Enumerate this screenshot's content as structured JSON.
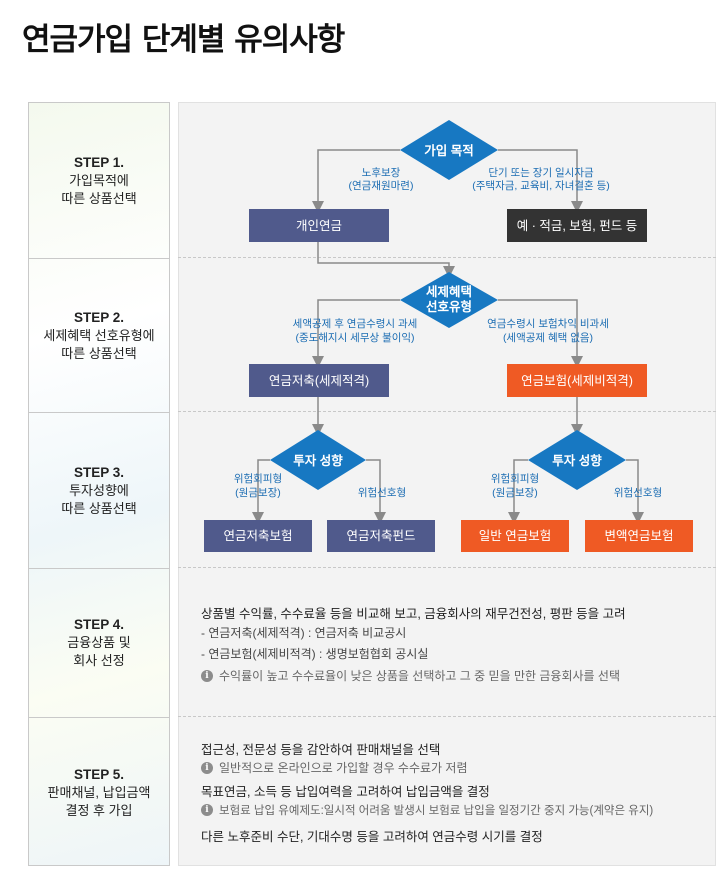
{
  "title": "연금가입 단계별 유의사항",
  "steps": [
    {
      "title": "STEP 1.",
      "line1": "가입목적에",
      "line2": "따른 상품선택"
    },
    {
      "title": "STEP 2.",
      "line1": "세제혜택 선호유형에",
      "line2": "따른 상품선택"
    },
    {
      "title": "STEP 3.",
      "line1": "투자성향에",
      "line2": "따른 상품선택"
    },
    {
      "title": "STEP 4.",
      "line1": "금융상품 및",
      "line2": "회사 선정"
    },
    {
      "title": "STEP 5.",
      "line1": "판매채널, 납입금액",
      "line2": "결정 후 가입"
    }
  ],
  "step1": {
    "diamond": "가입 목적",
    "left_label1": "노후보장",
    "left_label2": "(연금재원마련)",
    "right_label1": "단기 또는 장기 일시자금",
    "right_label2": "(주택자금, 교육비, 자녀결혼 등)",
    "left_box": "개인연금",
    "right_box": "예 · 적금, 보험, 펀드 등"
  },
  "step2": {
    "diamond1": "세제혜택",
    "diamond2": "선호유형",
    "left_label1": "세액공제 후 연금수령시 과세",
    "left_label2": "(중도해지시 세무상 불이익)",
    "right_label1": "연금수령시 보험차익 비과세",
    "right_label2": "(세액공제 혜택 없음)",
    "left_box": "연금저축(세제적격)",
    "right_box": "연금보험(세제비적격)"
  },
  "step3": {
    "left_diamond": "투자 성향",
    "right_diamond": "투자 성향",
    "ll_label1": "위험회피형",
    "ll_label2": "(원금보장)",
    "lr_label": "위험선호형",
    "rl_label1": "위험회피형",
    "rl_label2": "(원금보장)",
    "rr_label": "위험선호형",
    "box1": "연금저축보험",
    "box2": "연금저축펀드",
    "box3": "일반 연금보험",
    "box4": "변액연금보험"
  },
  "step4": {
    "main": "상품별 수익률, 수수료율 등을 비교해 보고, 금융회사의 재무건전성, 평판 등을 고려",
    "sub1": "- 연금저축(세제적격) : 연금저축 비교공시",
    "sub2": "- 연금보험(세제비적격) : 생명보험협회 공시실",
    "note": "수익률이 높고 수수료율이 낮은 상품을 선택하고 그 중 믿을 만한 금융회사를 선택"
  },
  "step5": {
    "main1": "접근성, 전문성 등을 감안하여 판매채널을 선택",
    "note1": "일반적으로 온라인으로 가입할 경우 수수료가 저렴",
    "main2": "목표연금, 소득 등 납입여력을 고려하여 납입금액을 결정",
    "note2": "보험료 납입 유예제도:일시적 어려움 발생시 보험료 납입을 일정기간 중지 가능(계약은 유지)",
    "main3": "다른 노후준비 수단, 기대수명 등을 고려하여 연금수령 시기를 결정"
  },
  "icons": {
    "info": "info-icon"
  },
  "colors": {
    "diamond": "#1778c2",
    "navy_box": "#505a8c",
    "dark_box": "#333333",
    "orange_box": "#ef5a24",
    "label_blue": "#1c6db3"
  }
}
